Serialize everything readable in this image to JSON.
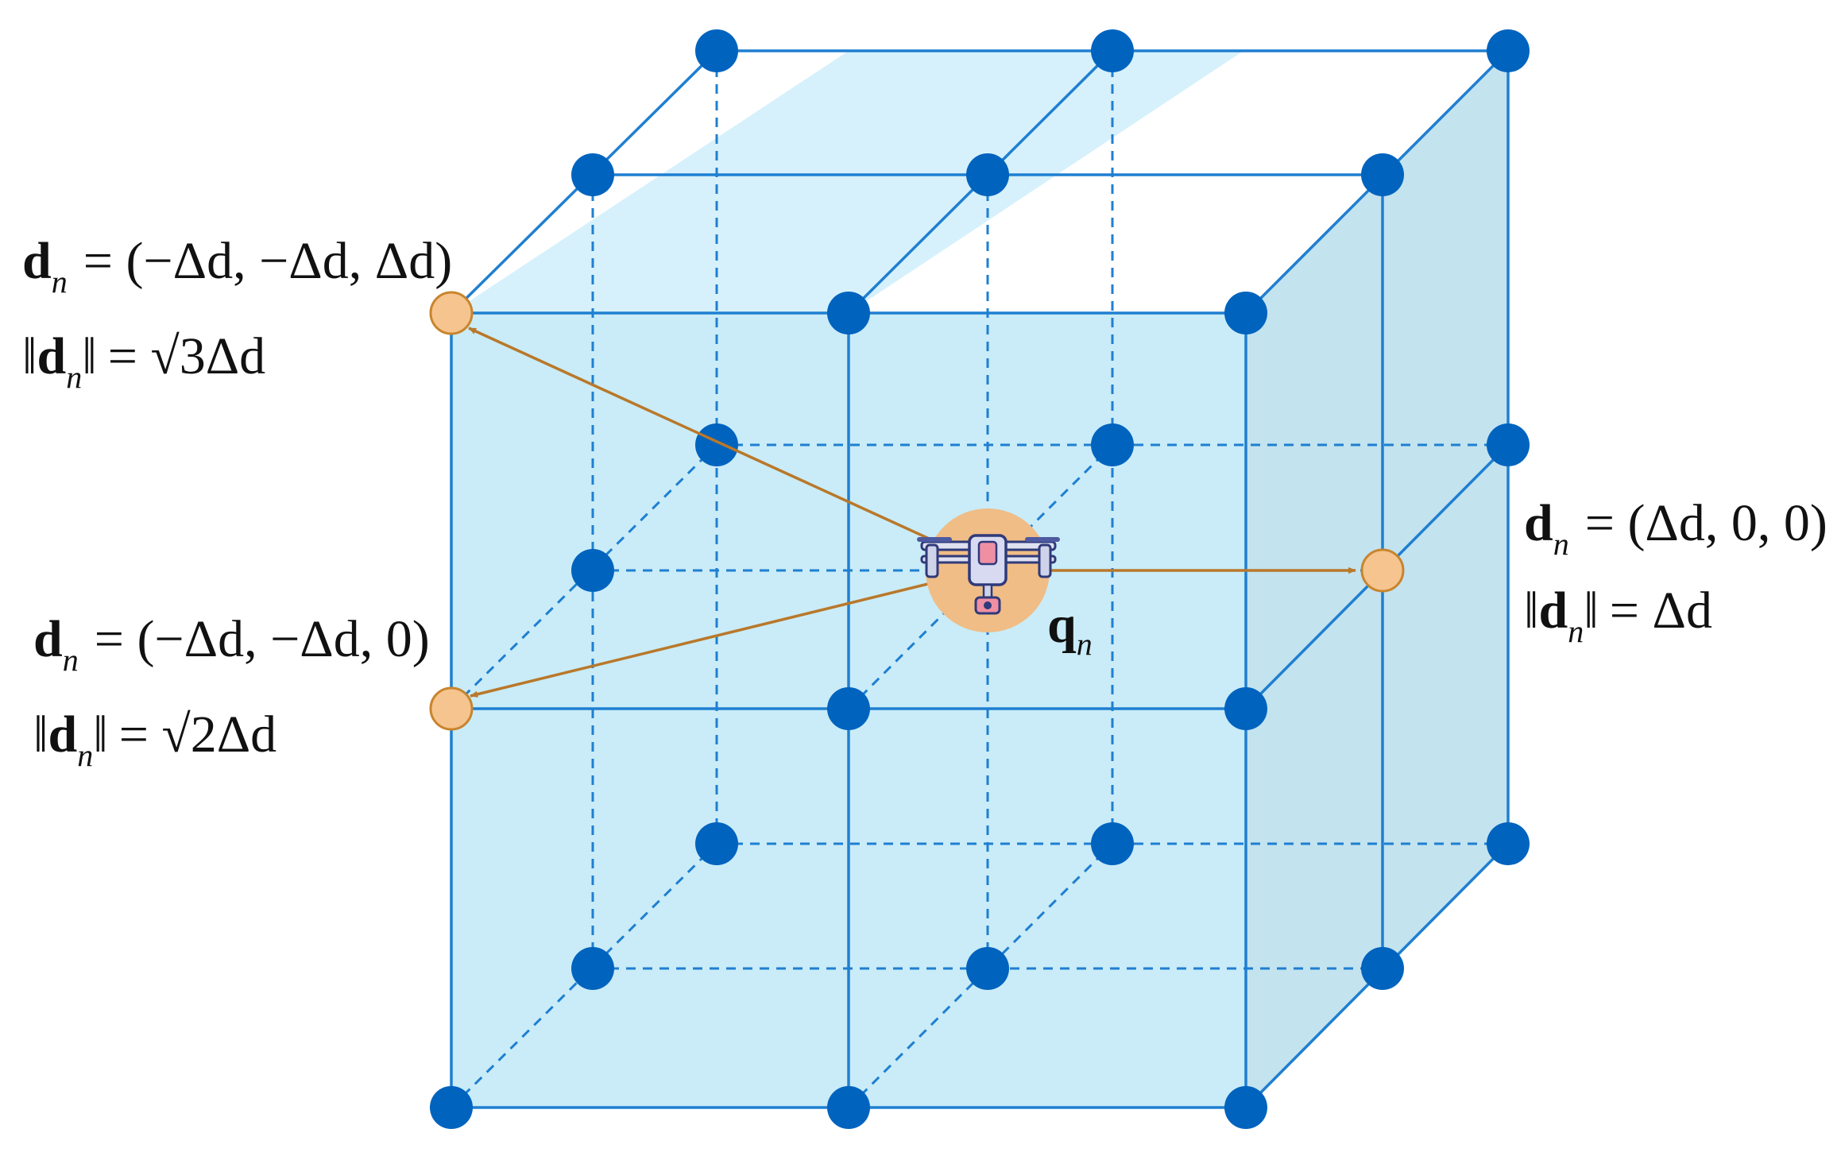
{
  "colors": {
    "edge": "#1f7fd1",
    "node": "#0063be",
    "highlight_node_fill": "#f6c48f",
    "highlight_node_stroke": "#c8852d",
    "arrow": "#b9782a",
    "face_front": "#c9ecf8",
    "face_top": "#d6f1fb",
    "face_side": "#c3e3ef"
  },
  "drone": {
    "icon": "drone-icon",
    "label": {
      "main": "q",
      "sub": "n"
    }
  },
  "labels": {
    "top_left": {
      "vec": {
        "main": "d",
        "sub": "n",
        "rhs": "= (−Δd, −Δd, Δd)"
      },
      "norm": {
        "main": "d",
        "sub": "n",
        "rhs": "= √3Δd"
      }
    },
    "mid_left": {
      "vec": {
        "main": "d",
        "sub": "n",
        "rhs": "= (−Δd, −Δd, 0)"
      },
      "norm": {
        "main": "d",
        "sub": "n",
        "rhs": "= √2Δd"
      }
    },
    "right": {
      "vec": {
        "main": "d",
        "sub": "n",
        "rhs": "= (Δd, 0, 0)"
      },
      "norm": {
        "main": "d",
        "sub": "n",
        "rhs": "= Δd"
      }
    }
  }
}
